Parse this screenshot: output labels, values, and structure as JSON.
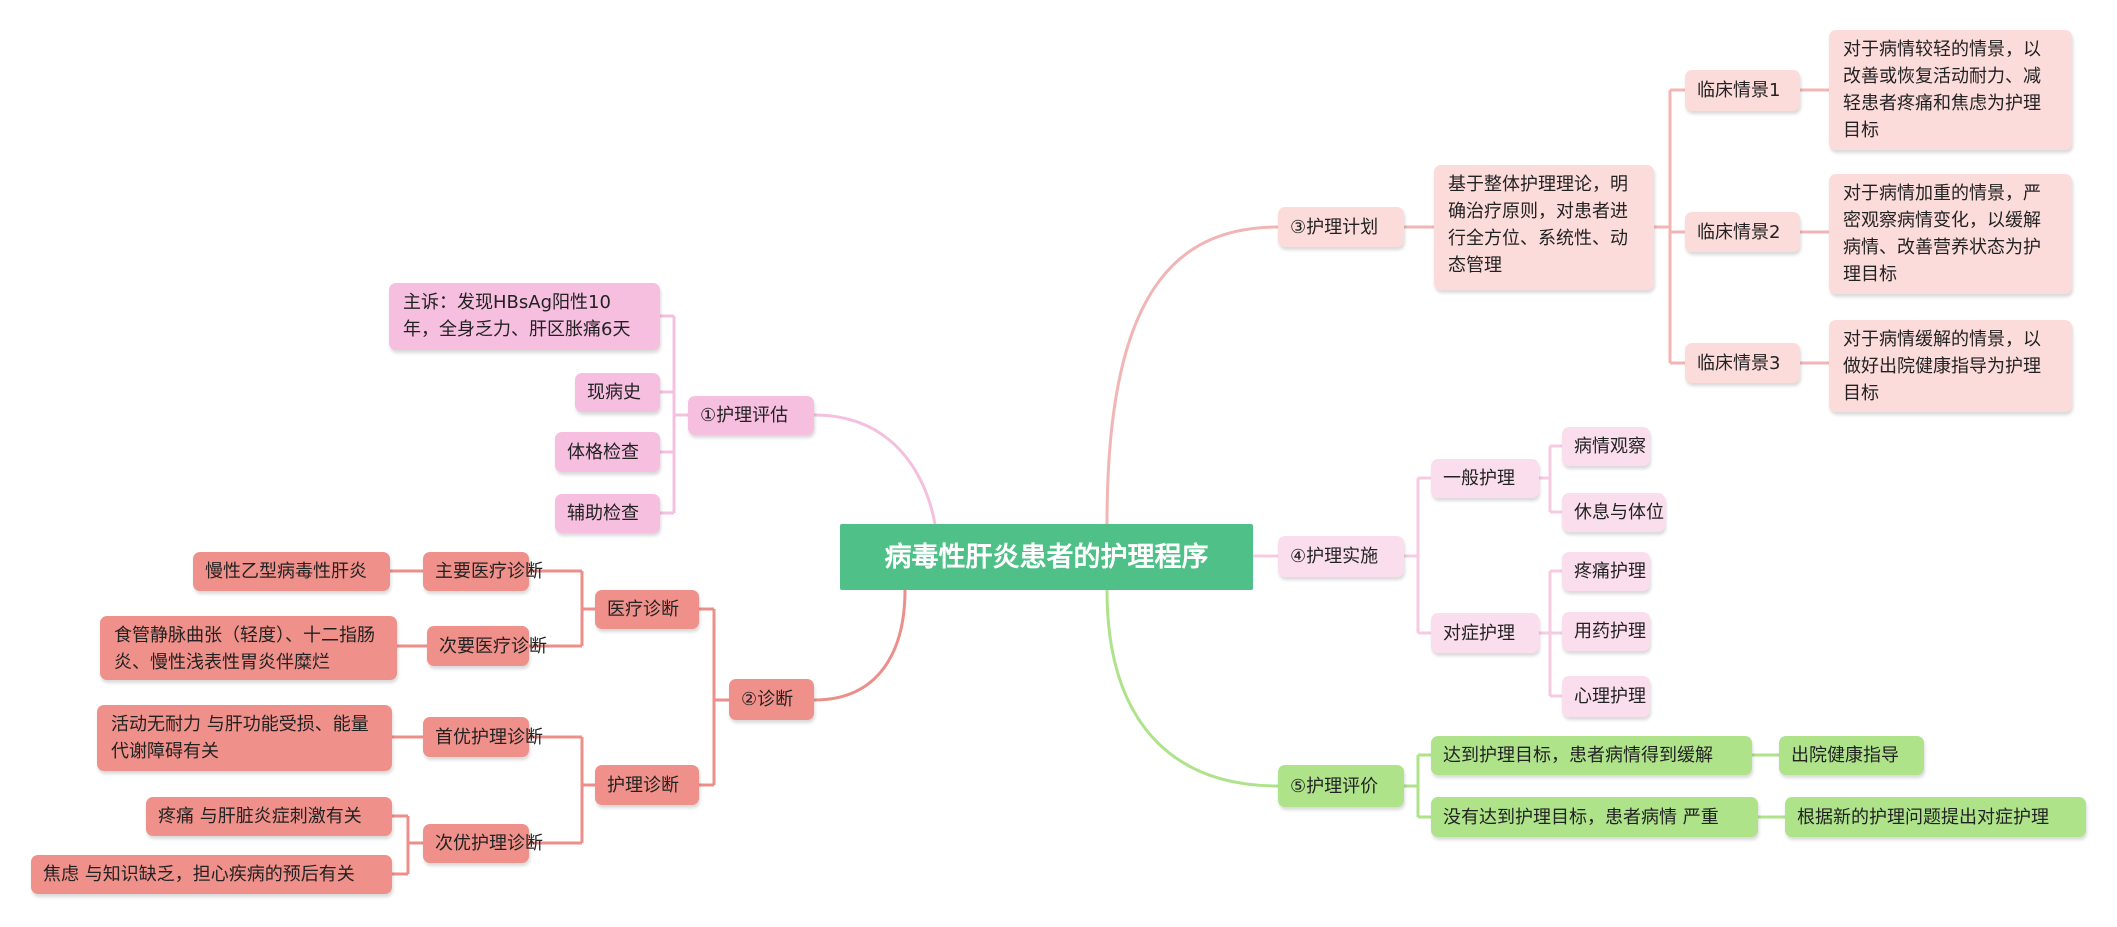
{
  "title": "病毒性肝炎患者的护理程序",
  "colors": {
    "center": "#4fc087",
    "assessment": "#f6bfe0",
    "diagnosis": "#f0908a",
    "plan": "#fbdcdb",
    "implementation": "#fbdeee",
    "evaluation": "#aee38a"
  },
  "assessment": {
    "label": "①护理评估",
    "items": [
      "主诉：发现HBsAg阳性10年，全身乏力、肝区胀痛6天",
      "现病史",
      "体格检查",
      "辅助检查"
    ]
  },
  "diagnosis": {
    "label": "②诊断",
    "medical": {
      "label": "医疗诊断",
      "primary": {
        "label": "主要医疗诊断",
        "detail": "慢性乙型病毒性肝炎"
      },
      "secondary": {
        "label": "次要医疗诊断",
        "detail": "食管静脉曲张（轻度）、十二指肠炎、慢性浅表性胃炎伴糜烂"
      }
    },
    "nursing": {
      "label": "护理诊断",
      "first": {
        "label": "首优护理诊断",
        "detail": "活动无耐力  与肝功能受损、能量代谢障碍有关"
      },
      "second": {
        "label": "次优护理诊断",
        "details": [
          "疼痛 与肝脏炎症刺激有关",
          "焦虑 与知识缺乏，担心疾病的预后有关"
        ]
      }
    }
  },
  "plan": {
    "label": "③护理计划",
    "summary": "基于整体护理理论，明确治疗原则，对患者进行全方位、系统性、动态管理",
    "scenarios": [
      {
        "label": "临床情景1",
        "detail": "对于病情较轻的情景，以改善或恢复活动耐力、减轻患者疼痛和焦虑为护理目标"
      },
      {
        "label": "临床情景2",
        "detail": "对于病情加重的情景，严密观察病情变化，以缓解病情、改善营养状态为护理目标"
      },
      {
        "label": "临床情景3",
        "detail": "对于病情缓解的情景，以做好出院健康指导为护理目标"
      }
    ]
  },
  "implementation": {
    "label": "④护理实施",
    "general": {
      "label": "一般护理",
      "items": [
        "病情观察",
        "休息与体位"
      ]
    },
    "symptomatic": {
      "label": "对症护理",
      "items": [
        "疼痛护理",
        "用药护理",
        "心理护理"
      ]
    }
  },
  "evaluation": {
    "label": "⑤护理评价",
    "outcomes": [
      {
        "label": "达到护理目标，患者病情得到缓解",
        "action": "出院健康指导"
      },
      {
        "label": "没有达到护理目标，患者病情 严重",
        "action": "根据新的护理问题提出对症护理"
      }
    ]
  }
}
